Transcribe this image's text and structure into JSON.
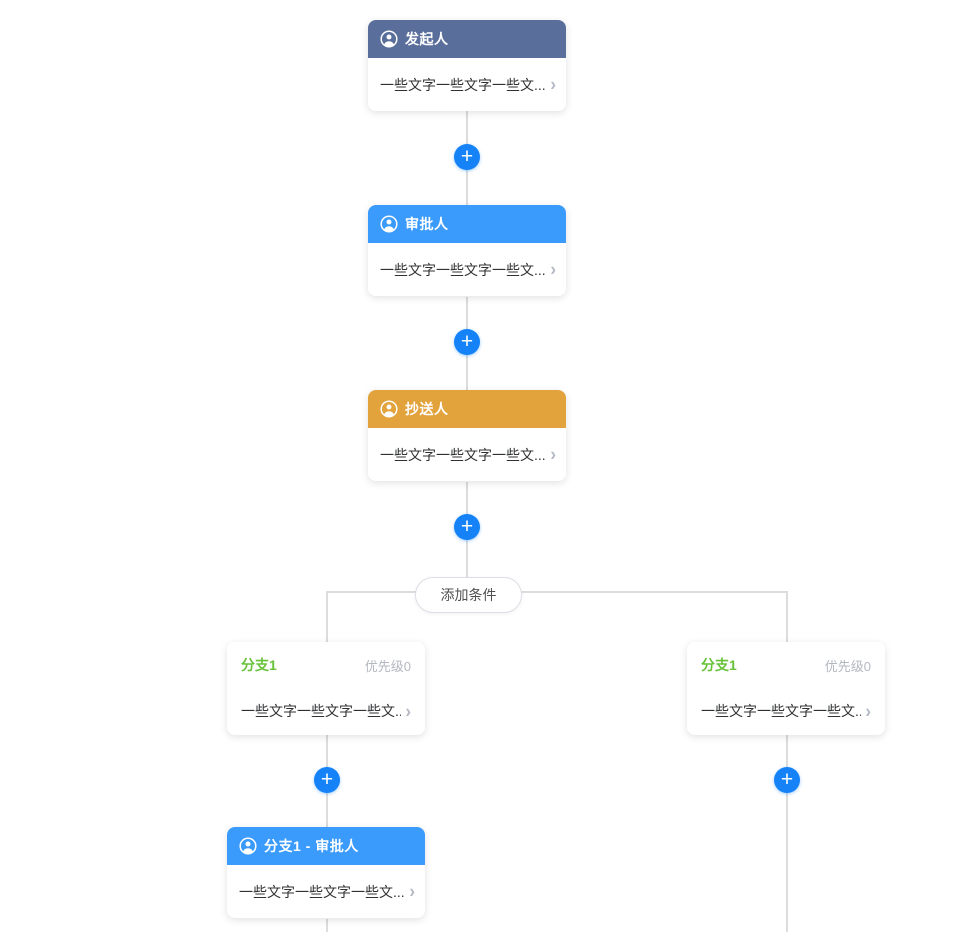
{
  "flow": {
    "start": {
      "title": "发起人",
      "content": "一些文字一些文字一些文..."
    },
    "approver": {
      "title": "审批人",
      "content": "一些文字一些文字一些文..."
    },
    "cc": {
      "title": "抄送人",
      "content": "一些文字一些文字一些文..."
    },
    "add_condition_label": "添加条件",
    "branches": [
      {
        "title": "分支1",
        "priority": "优先级0",
        "content": "一些文字一些文字一些文..."
      },
      {
        "title": "分支1",
        "priority": "优先级0",
        "content": "一些文字一些文字一些文..."
      }
    ],
    "branch_approver": {
      "title": "分支1 - 审批人",
      "content": "一些文字一些文字一些文..."
    }
  },
  "icons": {
    "plus": "+",
    "chevron_right": "›",
    "user": "user-silhouette-in-circle"
  },
  "colors": {
    "start_header": "#5a6e9c",
    "approver_header": "#3a9bfc",
    "cc_header": "#e2a23c",
    "add_button": "#1583f7",
    "branch_title_green": "#67c23a",
    "priority_gray": "#b3b7bf",
    "connector_line": "#dcdcdc"
  }
}
